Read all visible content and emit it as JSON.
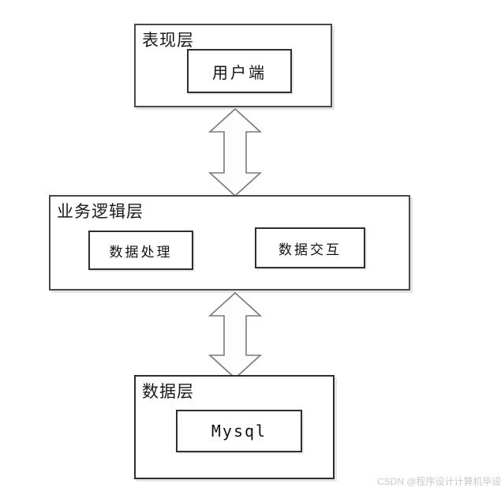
{
  "diagram": {
    "type": "layered-architecture",
    "layers": [
      {
        "label": "表现层",
        "nodes": [
          {
            "label": "用户端"
          }
        ]
      },
      {
        "label": "业务逻辑层",
        "nodes": [
          {
            "label": "数据处理"
          },
          {
            "label": "数据交互"
          }
        ]
      },
      {
        "label": "数据层",
        "nodes": [
          {
            "label": "Mysql"
          }
        ]
      }
    ],
    "connectors": [
      {
        "type": "double-headed-arrow",
        "from": "表现层",
        "to": "业务逻辑层"
      },
      {
        "type": "double-headed-arrow",
        "from": "业务逻辑层",
        "to": "数据层"
      }
    ],
    "colors": {
      "background": "#ffffff",
      "layer_border": "#4a4a4a",
      "node_border": "#2e2e2e",
      "arrow_fill": "#fdfdfd",
      "arrow_stroke": "#7a7a7a",
      "text": "#111111",
      "watermark": "#c9c9c9"
    }
  },
  "watermark": {
    "text": "CSDN @程序设计计算机毕设"
  }
}
